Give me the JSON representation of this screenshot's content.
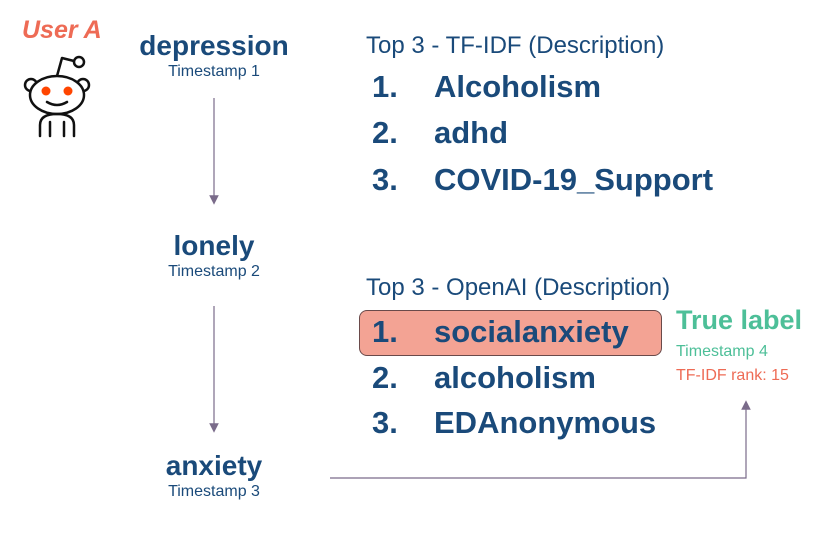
{
  "user": {
    "label": "User A"
  },
  "timeline": [
    {
      "term": "depression",
      "timestamp": "Timestamp 1"
    },
    {
      "term": "lonely",
      "timestamp": "Timestamp 2"
    },
    {
      "term": "anxiety",
      "timestamp": "Timestamp 3"
    }
  ],
  "tfidf": {
    "title": "Top 3 - TF-IDF (Description)",
    "items": [
      {
        "num": "1.",
        "label": "Alcoholism"
      },
      {
        "num": "2.",
        "label": "adhd"
      },
      {
        "num": "3.",
        "label": "COVID-19_Support"
      }
    ]
  },
  "openai": {
    "title": "Top 3 - OpenAI (Description)",
    "items": [
      {
        "num": "1.",
        "label": "socialanxiety"
      },
      {
        "num": "2.",
        "label": "alcoholism"
      },
      {
        "num": "3.",
        "label": "EDAnonymous"
      }
    ]
  },
  "true_label": {
    "title": "True label",
    "timestamp": "Timestamp 4",
    "tfidf_rank": "TF-IDF rank: 15"
  },
  "colors": {
    "navy": "#1a4a7a",
    "coral": "#ee6b55",
    "green": "#4dbf98",
    "highlight": "#f3a394",
    "arrow": "#7a6b8a"
  },
  "icons": {
    "avatar": "reddit-alien-icon"
  }
}
